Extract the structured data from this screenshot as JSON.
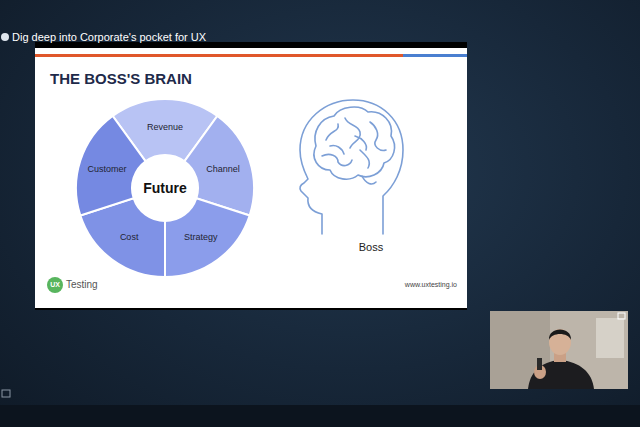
{
  "diagram": {
    "title": "THE BOSS'S BRAIN",
    "nodes": [
      {
        "text": [
          "Revenue"
        ]
      },
      {
        "text": [
          "Channel"
        ]
      },
      {
        "text": [
          "Strategy"
        ]
      },
      {
        "text": [
          "Cost"
        ]
      },
      {
        "text": [
          "Customer"
        ]
      },
      {
        "text": [
          "Future"
        ]
      }
    ],
    "labels": [
      "Dig deep into Corporate's pocket for UX",
      "Boss",
      "UX",
      "Testing",
      "www.uxtesting.io"
    ]
  }
}
